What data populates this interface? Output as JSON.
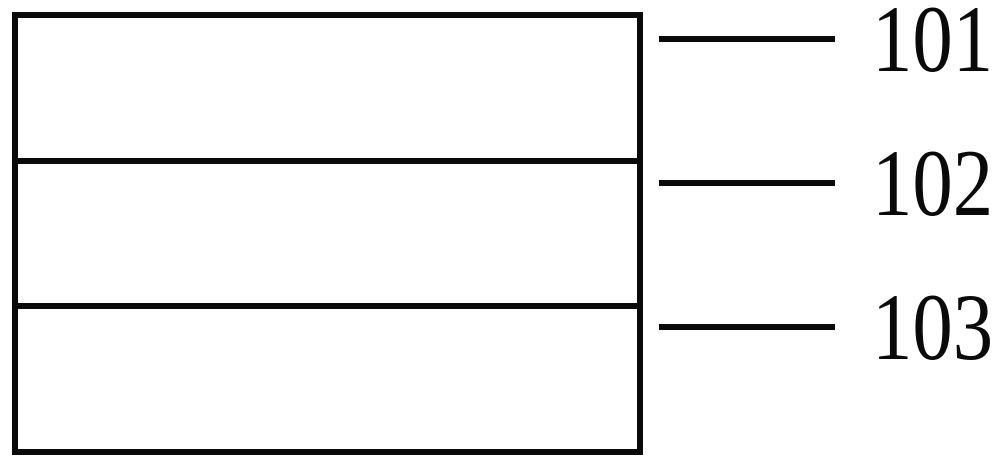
{
  "figure": {
    "type": "layer-stack-diagram",
    "background_color": "#ffffff",
    "stroke_color": "#0a0a0a",
    "layers": [
      {
        "label": "101"
      },
      {
        "label": "102"
      },
      {
        "label": "103"
      }
    ]
  }
}
